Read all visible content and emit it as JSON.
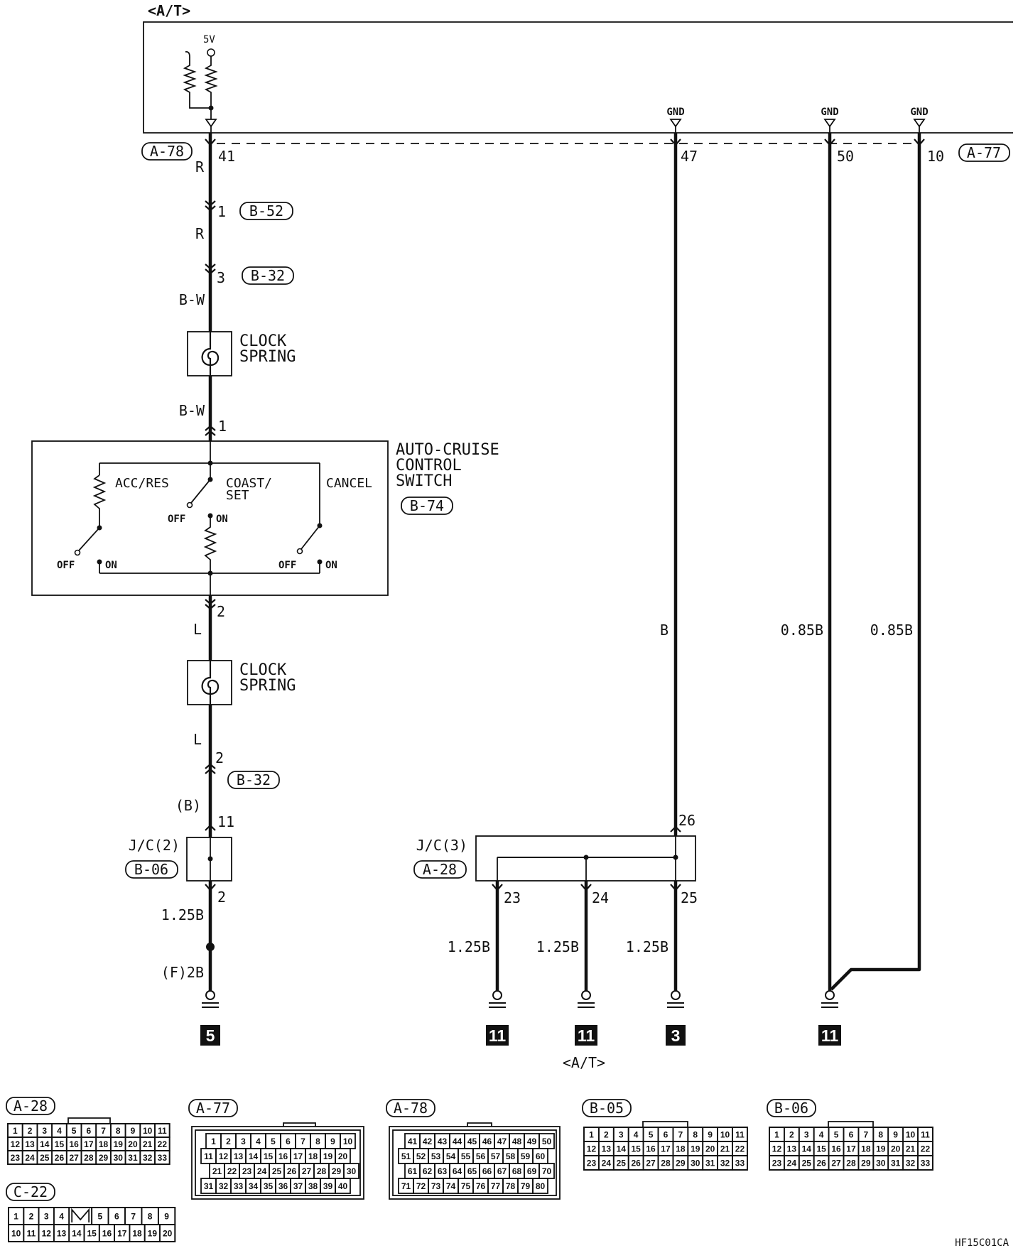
{
  "header": {
    "title": "<A/T>"
  },
  "ecu": {
    "supply": "5V",
    "gnd": [
      "GND",
      "GND",
      "GND"
    ],
    "connector_a78": "A-78",
    "connector_a77": "A-77",
    "pin_41": "41",
    "pin_47": "47",
    "pin_50": "50",
    "pin_10": "10"
  },
  "left": {
    "wire_r_upper": "R",
    "b52_pin": "1",
    "b52": "B-52",
    "wire_r_lower": "R",
    "b32_upper_pin": "3",
    "b32_upper": "B-32",
    "wire_bw_upper": "B-W",
    "clock_spring_upper": [
      "CLOCK",
      "SPRING"
    ],
    "wire_bw_lower": "B-W",
    "switch_pin_in": "1",
    "switch_pin_out": "2",
    "wire_l_upper": "L",
    "clock_spring_lower": [
      "CLOCK",
      "SPRING"
    ],
    "wire_l_lower": "L",
    "b32_lower_pin": "2",
    "b32_lower": "B-32",
    "wire_b_paren": "(B)",
    "jc2_pin_in": "11",
    "jc2_label": "J/C(2)",
    "jc2_connector": "B-06",
    "jc2_pin_out": "2",
    "wire_125b": "1.25B",
    "wire_f2b": "(F)2B",
    "ground_point": "5"
  },
  "switch": {
    "name": [
      "AUTO-CRUISE",
      "CONTROL",
      "SWITCH"
    ],
    "connector": "B-74",
    "acc_res": "ACC/RES",
    "coast_set": [
      "COAST/",
      "SET"
    ],
    "cancel": "CANCEL",
    "off": "OFF",
    "on": "ON"
  },
  "right": {
    "wire_b": "B",
    "jc3_pin_in": "26",
    "jc3_label": "J/C(3)",
    "jc3_connector": "A-28",
    "jc3_pins_out": [
      "23",
      "24",
      "25"
    ],
    "wire_125b": [
      "1.25B",
      "1.25B",
      "1.25B"
    ],
    "ground_points": [
      "11",
      "11",
      "3"
    ],
    "variant": "<A/T>",
    "wire_085b": [
      "0.85B",
      "0.85B"
    ],
    "ground_point_shared": "11"
  },
  "connectors": [
    {
      "id": "A-28",
      "rows": [
        [
          1,
          2,
          3,
          4,
          5,
          6,
          7,
          8,
          9,
          10,
          11
        ],
        [
          12,
          13,
          14,
          15,
          16,
          17,
          18,
          19,
          20,
          21,
          22
        ],
        [
          23,
          24,
          25,
          26,
          27,
          28,
          29,
          30,
          31,
          32,
          33
        ]
      ]
    },
    {
      "id": "A-77",
      "rows": [
        [
          1,
          2,
          3,
          4,
          5,
          6,
          7,
          8,
          9,
          10
        ],
        [
          11,
          12,
          13,
          14,
          15,
          16,
          17,
          18,
          19,
          20
        ],
        [
          21,
          22,
          23,
          24,
          25,
          26,
          27,
          28,
          29,
          30
        ],
        [
          31,
          32,
          33,
          34,
          35,
          36,
          37,
          38,
          39,
          40
        ]
      ]
    },
    {
      "id": "A-78",
      "rows": [
        [
          41,
          42,
          43,
          44,
          45,
          46,
          47,
          48,
          49,
          50
        ],
        [
          51,
          52,
          53,
          54,
          55,
          56,
          57,
          58,
          59,
          60
        ],
        [
          61,
          62,
          63,
          64,
          65,
          66,
          67,
          68,
          69,
          70
        ],
        [
          71,
          72,
          73,
          74,
          75,
          76,
          77,
          78,
          79,
          80
        ]
      ]
    },
    {
      "id": "B-05",
      "rows": [
        [
          1,
          2,
          3,
          4,
          5,
          6,
          7,
          8,
          9,
          10,
          11
        ],
        [
          12,
          13,
          14,
          15,
          16,
          17,
          18,
          19,
          20,
          21,
          22
        ],
        [
          23,
          24,
          25,
          26,
          27,
          28,
          29,
          30,
          31,
          32,
          33
        ]
      ]
    },
    {
      "id": "B-06",
      "rows": [
        [
          1,
          2,
          3,
          4,
          5,
          6,
          7,
          8,
          9,
          10,
          11
        ],
        [
          12,
          13,
          14,
          15,
          16,
          17,
          18,
          19,
          20,
          21,
          22
        ],
        [
          23,
          24,
          25,
          26,
          27,
          28,
          29,
          30,
          31,
          32,
          33
        ]
      ]
    },
    {
      "id": "C-22",
      "rows": [
        [
          1,
          2,
          3,
          4,
          null,
          5,
          6,
          7,
          8,
          9
        ],
        [
          10,
          11,
          12,
          13,
          14,
          15,
          16,
          17,
          18,
          19,
          20
        ]
      ]
    }
  ],
  "figure_code": "HF15C01CA"
}
